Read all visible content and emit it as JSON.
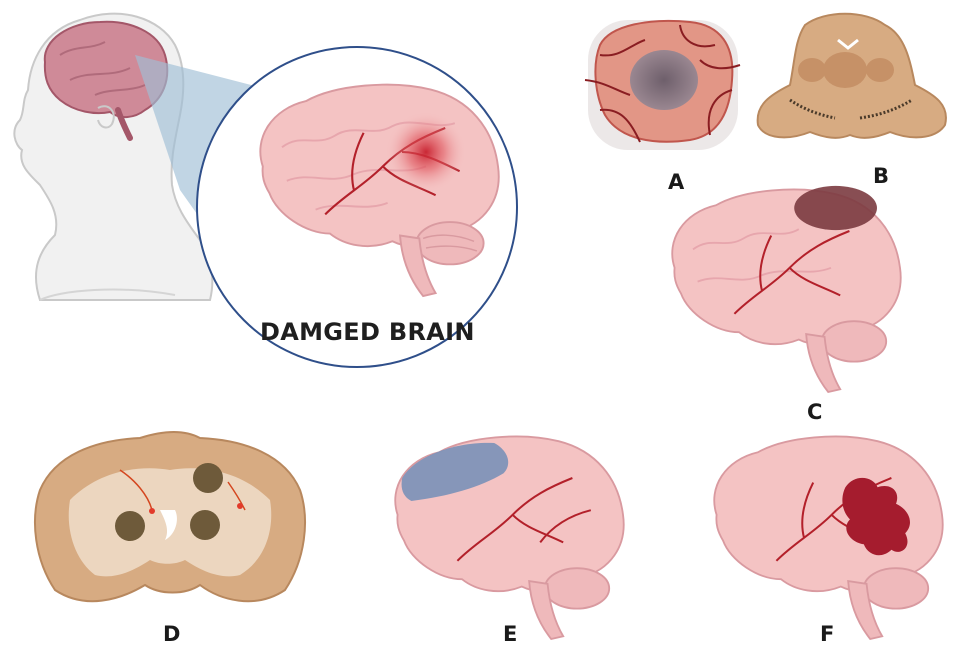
{
  "title": "DAMGED BRAIN",
  "panels": [
    {
      "label": "A"
    },
    {
      "label": "B"
    },
    {
      "label": "C"
    },
    {
      "label": "D"
    },
    {
      "label": "E"
    },
    {
      "label": "F"
    }
  ],
  "colors": {
    "brain_pink": "#f4c3c3",
    "vessel_red": "#b3202a",
    "lesion_red": "#a51c2e",
    "infarct_blue": "#7f93b8",
    "necrosis_dark": "#7b3b40",
    "section_tan": "#d7ab82",
    "zoom_blue": "#9fbfd6",
    "circle_border": "#2f4f8a"
  }
}
